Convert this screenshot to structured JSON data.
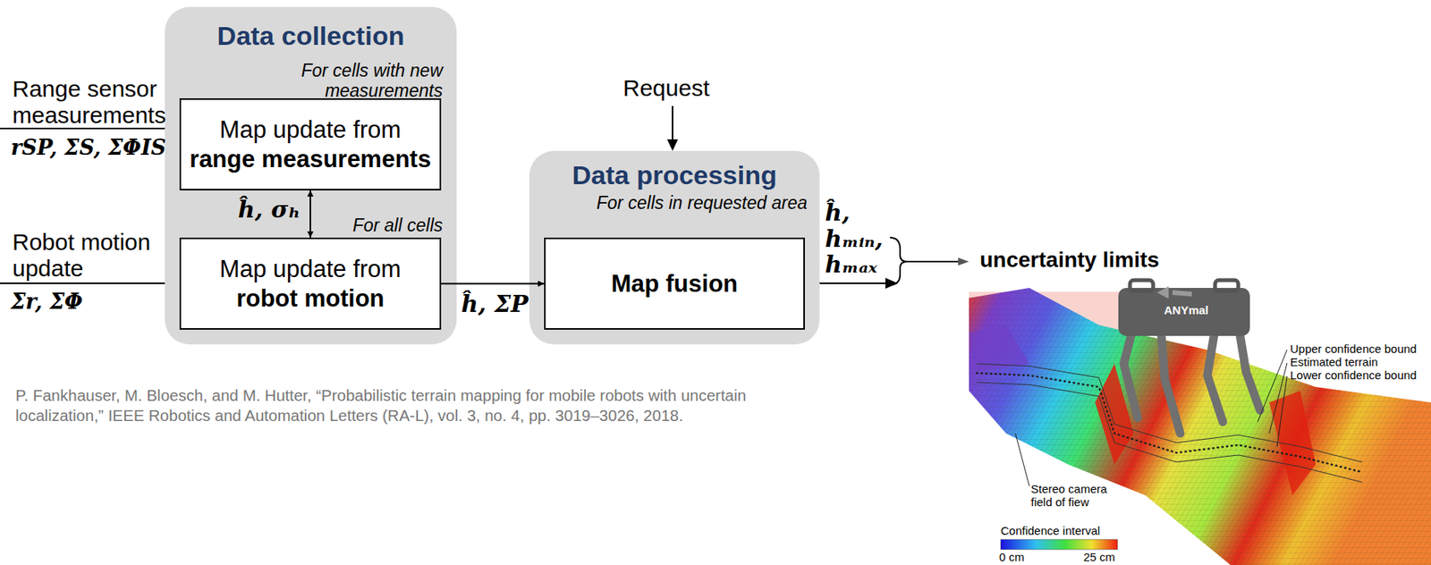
{
  "diagram": {
    "caption": "P. Fankhauser, M. Bloesch, and M. Hutter, “Probabilistic terrain mapping for mobile robots with uncertain localization,” IEEE Robotics and Automation Letters (RA-L), vol. 3, no. 4, pp. 3019–3026, 2018.",
    "nodes": [
      {
        "text": [
          "Data collection",
          "For cells with new measurements",
          "For all cells"
        ]
      },
      {
        "text": [
          "Map update from",
          "range measurements"
        ],
        "in": 0
      },
      {
        "text": [
          "Map update from",
          "robot motion"
        ],
        "in": 0
      },
      {
        "text": [
          "Data processing",
          "For cells in requested area"
        ]
      },
      {
        "text": [
          "Map fusion"
        ],
        "in": 3
      }
    ],
    "edges": [
      {
        "from": 1,
        "to": 2,
        "arrow": "to",
        "label": "ĥ, σₕ"
      },
      {
        "from": 2,
        "to": 4,
        "arrow": "to",
        "label": "ĥ, ΣP"
      },
      {
        "from": 2,
        "to": 1,
        "arrow": "to"
      }
    ],
    "labels": [
      "Range sensor measurements",
      "rSP, ΣS, ΣΦIS",
      "Robot motion update",
      "Σr, ΣΦ",
      "Request",
      "ĥ, hₘᵢₙ, hₘₐₓ",
      "uncertainty limits",
      "Upper confidence bound",
      "Estimated terrain",
      "Lower confidence bound",
      "Stereo camera field of fiew",
      "Confidence interval",
      "0 cm",
      "25 cm",
      "ANYmal"
    ]
  }
}
